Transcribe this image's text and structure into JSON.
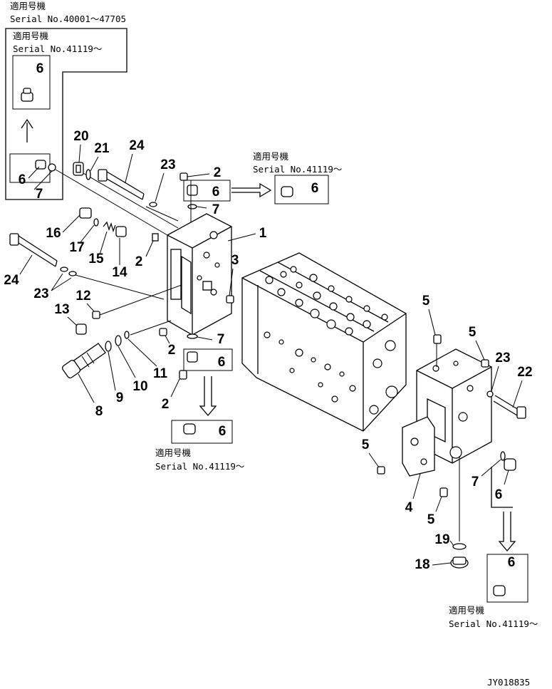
{
  "header": {
    "applicable_jp": "適用号機",
    "serial_top": "Serial No.40001～47705"
  },
  "inset_top_left": {
    "applicable_jp": "適用号機",
    "serial": "Serial No.41119～",
    "before_part": "6",
    "after_parts": [
      "6",
      "7"
    ]
  },
  "inset_top_right": {
    "applicable_jp": "適用号機",
    "serial": "Serial No.41119～",
    "before_parts": [
      "6",
      "7"
    ],
    "after_part": "6"
  },
  "inset_middle": {
    "applicable_jp": "適用号機",
    "serial": "Serial No.41119～",
    "before_parts": [
      "7",
      "6"
    ],
    "after_part": "6"
  },
  "inset_bottom_right": {
    "applicable_jp": "適用号機",
    "serial": "Serial No.41119～",
    "before_parts": [
      "7",
      "6"
    ],
    "after_part": "6"
  },
  "callouts": {
    "c1": "1",
    "c2a": "2",
    "c2b": "2",
    "c2c": "2",
    "c2d": "2",
    "c3": "3",
    "c4": "4",
    "c5a": "5",
    "c5b": "5",
    "c5c": "5",
    "c5d": "5",
    "c8": "8",
    "c9": "9",
    "c10": "10",
    "c11": "11",
    "c12": "12",
    "c13": "13",
    "c14": "14",
    "c15": "15",
    "c16": "16",
    "c17": "17",
    "c18": "18",
    "c19": "19",
    "c20": "20",
    "c21": "21",
    "c22": "22",
    "c23a": "23",
    "c23b": "23",
    "c23c": "23",
    "c24a": "24",
    "c24b": "24"
  },
  "drawing_id": "JY018835"
}
